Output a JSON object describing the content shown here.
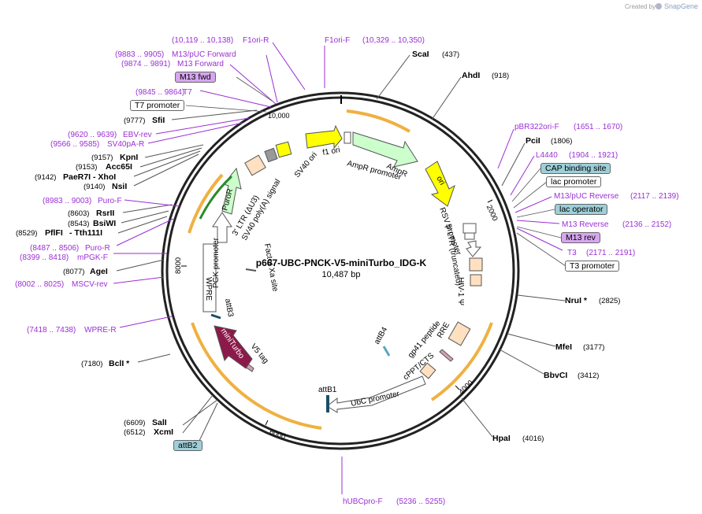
{
  "header": {
    "created_by": "Created by",
    "brand": "SnapGene"
  },
  "plasmid": {
    "name": "p667-UBC-PNCK-V5-miniTurbo_IDG-K",
    "size": "10,487 bp"
  },
  "ticks": {
    "t2000": "2000",
    "t4000": "4000",
    "t6000": "6000",
    "t8000": "8000",
    "t10000": "10,000"
  },
  "sites": [
    {
      "name": "ScaI",
      "pos": "(437)"
    },
    {
      "name": "AhdI",
      "pos": "(918)"
    },
    {
      "name": "PciI",
      "pos": "(1806)"
    },
    {
      "name": "NruI *",
      "pos": "(2825)"
    },
    {
      "name": "MfeI",
      "pos": "(3177)"
    },
    {
      "name": "BbvCI",
      "pos": "(3412)"
    },
    {
      "name": "HpaI",
      "pos": "(4016)"
    },
    {
      "name": "XcmI",
      "pos": "(6512)"
    },
    {
      "name": "SalI",
      "pos": "(6609)"
    },
    {
      "name": "BclI *",
      "pos": "(7180)"
    },
    {
      "name": "AgeI",
      "pos": "(8077)"
    },
    {
      "name": "PflFI",
      "pos": "(8529)"
    },
    {
      "name": "Tth111I",
      "pos": ""
    },
    {
      "name": "BsiWI",
      "pos": "(8543)"
    },
    {
      "name": "RsrII",
      "pos": "(8603)"
    },
    {
      "name": "NsiI",
      "pos": "(9140)"
    },
    {
      "name": "PaeR7I",
      "pos": "(9142)"
    },
    {
      "name": "XhoI",
      "pos": ""
    },
    {
      "name": "Acc65I",
      "pos": "(9153)"
    },
    {
      "name": "KpnI",
      "pos": "(9157)"
    },
    {
      "name": "SfiI",
      "pos": "(9777)"
    }
  ],
  "primers": [
    {
      "name": "F1ori-R",
      "range": "(10,119 .. 10,138)"
    },
    {
      "name": "F1ori-F",
      "range": "(10,329 .. 10,350)"
    },
    {
      "name": "M13/pUC Forward",
      "range": "(9883 .. 9905)"
    },
    {
      "name": "M13 Forward",
      "range": "(9874 .. 9891)"
    },
    {
      "name": "T7",
      "range": "(9845 .. 9864)"
    },
    {
      "name": "EBV-rev",
      "range": "(9620 .. 9639)"
    },
    {
      "name": "SV40pA-R",
      "range": "(9566 .. 9585)"
    },
    {
      "name": "Puro-F",
      "range": "(8983 .. 9003)"
    },
    {
      "name": "Puro-R",
      "range": "(8487 .. 8506)"
    },
    {
      "name": "mPGK-F",
      "range": "(8399 .. 8418)"
    },
    {
      "name": "MSCV-rev",
      "range": "(8002 .. 8025)"
    },
    {
      "name": "WPRE-R",
      "range": "(7418 .. 7438)"
    },
    {
      "name": "pBR322ori-F",
      "range": "(1651 .. 1670)"
    },
    {
      "name": "L4440",
      "range": "(1904 .. 1921)"
    },
    {
      "name": "M13/pUC Reverse",
      "range": "(2117 .. 2139)"
    },
    {
      "name": "M13 Reverse",
      "range": "(2136 .. 2152)"
    },
    {
      "name": "T3",
      "range": "(2171 .. 2191)"
    },
    {
      "name": "hUBCpro-F",
      "range": "(5236 .. 5255)"
    }
  ],
  "boxes": {
    "m13fwd": "M13 fwd",
    "t7prom": "T7 promoter",
    "cap": "CAP binding site",
    "lacprom": "lac promoter",
    "lacop": "lac operator",
    "m13rev": "M13 rev",
    "t3prom": "T3 promoter",
    "attb2": "attB2"
  },
  "features": {
    "f1ori": "f1 ori",
    "ampr": "AmpR",
    "amprprom": "AmpR promoter",
    "ori": "ori",
    "rsv": "RSV promoter",
    "ltr5": "5' LTR (truncated)",
    "hiv": "HIV-1 Ψ",
    "rre": "RRE",
    "gp41": "gp41 peptide",
    "cppt": "cPPT/CTS",
    "attb4": "attB4",
    "attb1": "attB1",
    "ubc": "UbC promoter",
    "v5": "V5 tag",
    "miniturbo": "miniTurbo",
    "attb3": "attB3",
    "wpre": "WPRE",
    "pgk": "PGK promoter",
    "puror": "PuroR",
    "factorxa": "Factor Xa site",
    "ltr3": "3' LTR (ΔU3)",
    "sv40pa": "SV40 poly(A) signal",
    "sv40ori": "SV40 ori"
  },
  "colors": {
    "primer": "#9b2fd4",
    "yellow": "#ffff00",
    "ampr_green": "#ccffcc",
    "peach": "#ffe0c0",
    "miniturbo": "#8b1a4a",
    "orange_arc": "#f0a020",
    "teal_box": "#9ecfd8",
    "purple_box": "#d7a6f0"
  }
}
